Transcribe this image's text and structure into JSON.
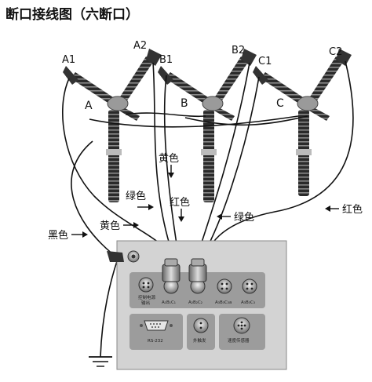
{
  "title": "断口接线图（六断口）",
  "terminals": [
    "A1",
    "A2",
    "B1",
    "B2",
    "C1",
    "C2"
  ],
  "phases": [
    "A",
    "B",
    "C"
  ],
  "wire_labels": {
    "yellow_top": "黄色",
    "green_left": "绿色",
    "red_mid": "红色",
    "green_right": "绿色",
    "red_right": "红色",
    "yellow_left": "黄色",
    "black": "黑色"
  },
  "panel": {
    "sockets": [
      "A₁B₁C₁",
      "A₂B₂C₂",
      "A₃B₃C₃a",
      "A₃B₃C₃"
    ],
    "control_output": [
      "控制电源",
      "输出"
    ],
    "rs232": "RS-232",
    "external_trigger": "外触发",
    "speed_sensor": "速度传感器"
  }
}
